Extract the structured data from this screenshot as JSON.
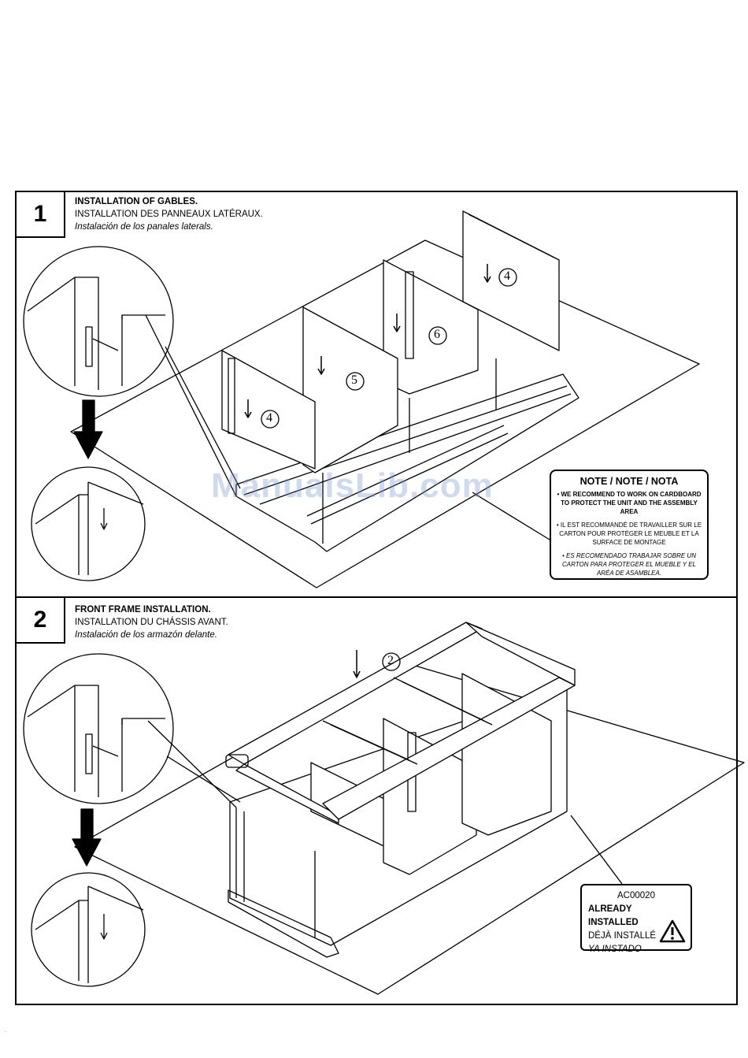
{
  "step1": {
    "number": "1",
    "title_en": "INSTALLATION OF GABLES.",
    "title_fr": "INSTALLATION DES PANNEAUX LATÉRAUX.",
    "title_es": "Instalación de los panales laterals.",
    "callouts": [
      "4",
      "6",
      "5",
      "4"
    ]
  },
  "note": {
    "title": "NOTE / NOTE / NOTA",
    "en": "• WE RECOMMEND TO WORK ON CARDBOARD TO PROTECT THE UNIT AND THE ASSEMBLY AREA",
    "fr": "• IL EST RECOMMANDÉ DE TRAVAILLER SUR LE CARTON POUR PROTÉGER LE MEUBLE ET LA SURFACE DE MONTAGE",
    "es": "• ES RECOMENDADO TRABAJAR SOBRE UN CARTON PARA PROTEGER EL MUEBLE Y EL ARÉA DE ASAMBLEA."
  },
  "step2": {
    "number": "2",
    "title_en": "FRONT FRAME INSTALLATION.",
    "title_fr": "INSTALLATION DU CHÁSSIS AVANT.",
    "title_es": "Instalación de los armazón delante.",
    "callouts": [
      "2"
    ]
  },
  "warning": {
    "code": "AC00020",
    "line_en": "ALREADY INSTALLED",
    "line_fr": "DÉJÀ INSTALLÉ",
    "line_es": "YA INSTADO",
    "icon": "warning-triangle-icon"
  },
  "watermark": "ManualsLib.com",
  "footer_mark": "."
}
